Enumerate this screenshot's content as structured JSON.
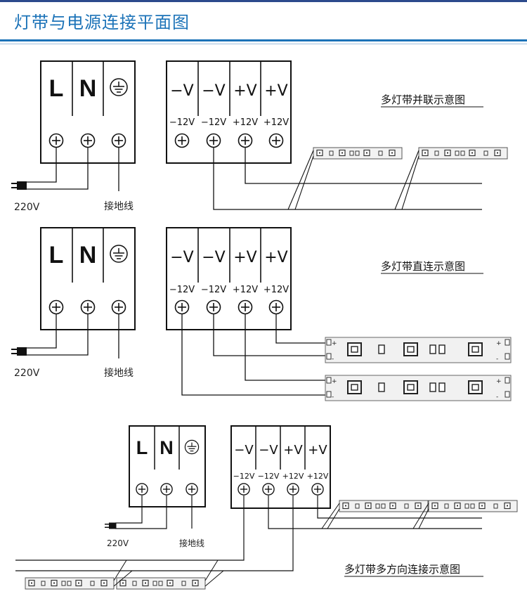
{
  "title": "灯带与电源连接平面图",
  "colors": {
    "title": "#1c73b8",
    "rule": "#1c73b8",
    "line": "#111111"
  },
  "terminals": {
    "L": "L",
    "N": "N",
    "ground_icon": "ground-symbol-icon",
    "minus_v": "−V",
    "plus_v": "+V",
    "minus_12v": "−12V",
    "plus_12v": "+12V"
  },
  "labels": {
    "ac_input": "220V",
    "ground_wire": "接地线"
  },
  "diagrams": [
    {
      "caption": "多灯带并联示意图"
    },
    {
      "caption": "多灯带直连示意图"
    },
    {
      "caption": "多灯带多方向连接示意图"
    }
  ],
  "strip_marks": {
    "plus": "+",
    "minus": "-"
  }
}
